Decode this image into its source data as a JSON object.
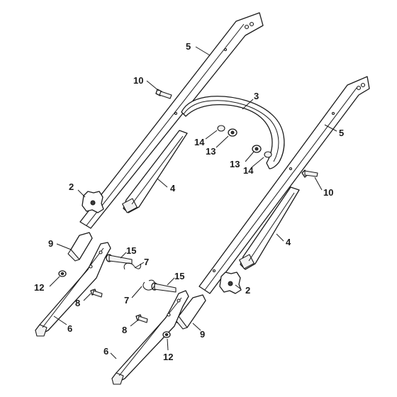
{
  "callouts": {
    "c5a": "5",
    "c10a": "10",
    "c3": "3",
    "c14a": "14",
    "c13a": "13",
    "c5b": "5",
    "c13b": "13",
    "c14b": "14",
    "c2a": "2",
    "c4a": "4",
    "c10b": "10",
    "c4b": "4",
    "c9a": "9",
    "c15a": "15",
    "c7a": "7",
    "c12a": "12",
    "c15b": "15",
    "c8a": "8",
    "c7b": "7",
    "c2b": "2",
    "c6a": "6",
    "c8b": "8",
    "c9b": "9",
    "c12b": "12",
    "c6b": "6"
  }
}
